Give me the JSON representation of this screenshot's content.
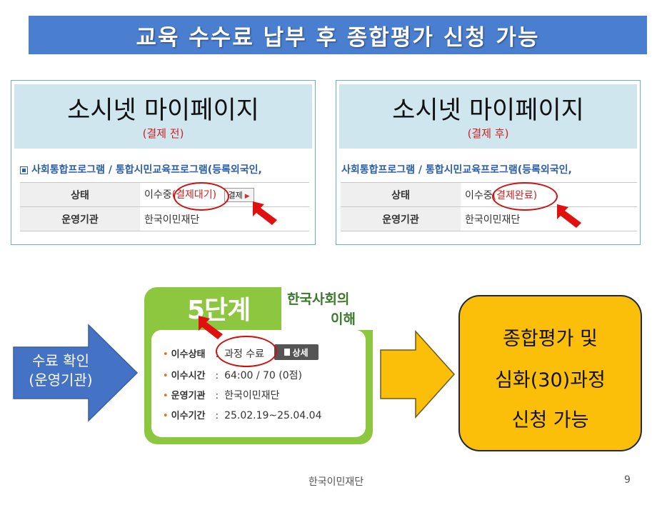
{
  "title": "교육 수수료 납부 후 종합평가 신청 가능",
  "panel_before": {
    "title": "소시넷 마이페이지",
    "subtitle": "(결제 전)",
    "program": "사회통합프로그램 / 통합시민교육프로그램(등록외국인,",
    "status_label": "상태",
    "status_prefix": "이수중",
    "status_value": "(결제대기)",
    "pay_button": "결제",
    "org_label": "운영기관",
    "org_value": "한국이민재단"
  },
  "panel_after": {
    "title": "소시넷 마이페이지",
    "subtitle": "(결제 후)",
    "program": "사회통합프로그램 / 통합시민교육프로그램(등록외국인,",
    "status_label": "상태",
    "status_prefix": "이수중",
    "status_value": "(결제완료)",
    "org_label": "운영기관",
    "org_value": "한국이민재단"
  },
  "left_arrow": {
    "line1": "수료 확인",
    "line2": "(운영기관)"
  },
  "stage": {
    "number": "5단계",
    "name_line1": "한국사회의",
    "name_line2": "이해",
    "rows": [
      {
        "key": "이수상태",
        "value": "과정 수료"
      },
      {
        "key": "이수시간",
        "value": "64:00 / 70 (0점)"
      },
      {
        "key": "운영기관",
        "value": "한국이민재단"
      },
      {
        "key": "이수기간",
        "value": "25.02.19~25.04.04"
      }
    ],
    "detail_button": "상세"
  },
  "result": {
    "line1": "종합평가 및",
    "line2": "심화(30)과정",
    "line3": "신청 가능"
  },
  "footer": {
    "org": "한국이민재단",
    "page": "9"
  },
  "colors": {
    "banner": "#4a7fcf",
    "arrow_left": "#4472c4",
    "arrow_right": "#fbbf0a",
    "stage_green": "#8dc63f",
    "highlight_red": "#cc1111"
  }
}
